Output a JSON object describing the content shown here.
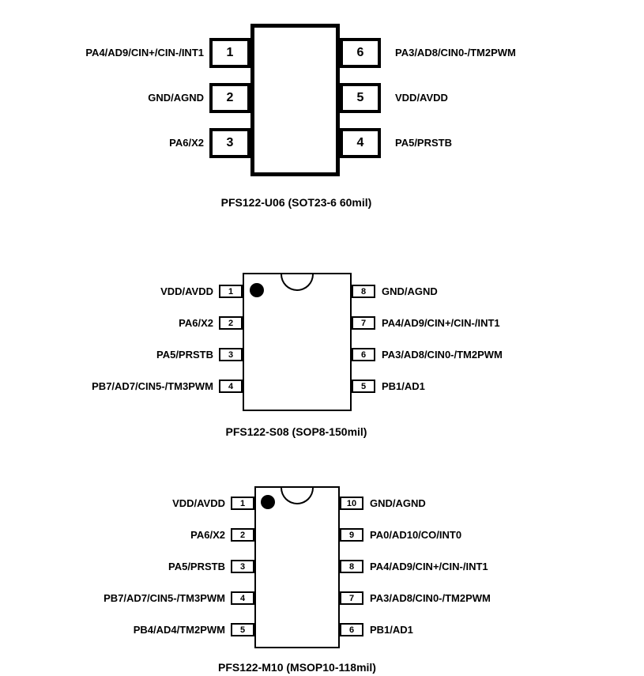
{
  "page": {
    "background": "#ffffff",
    "ink": "#000000"
  },
  "packages": [
    {
      "name": "PFS122-U06",
      "package_type": "SOT23-6",
      "caption": "PFS122-U06 (SOT23-6 60mil)",
      "left_pins": [
        {
          "num": "1",
          "label": "PA4/AD9/CIN+/CIN-/INT1"
        },
        {
          "num": "2",
          "label": "GND/AGND"
        },
        {
          "num": "3",
          "label": "PA6/X2"
        }
      ],
      "right_pins": [
        {
          "num": "6",
          "label": "PA3/AD8/CIN0-/TM2PWM"
        },
        {
          "num": "5",
          "label": "VDD/AVDD"
        },
        {
          "num": "4",
          "label": "PA5/PRSTB"
        }
      ]
    },
    {
      "name": "PFS122-S08",
      "package_type": "SOP8",
      "caption": "PFS122-S08 (SOP8-150mil)",
      "left_pins": [
        {
          "num": "1",
          "label": "VDD/AVDD"
        },
        {
          "num": "2",
          "label": "PA6/X2"
        },
        {
          "num": "3",
          "label": "PA5/PRSTB"
        },
        {
          "num": "4",
          "label": "PB7/AD7/CIN5-/TM3PWM"
        }
      ],
      "right_pins": [
        {
          "num": "8",
          "label": "GND/AGND"
        },
        {
          "num": "7",
          "label": "PA4/AD9/CIN+/CIN-/INT1"
        },
        {
          "num": "6",
          "label": "PA3/AD8/CIN0-/TM2PWM"
        },
        {
          "num": "5",
          "label": "PB1/AD1"
        }
      ]
    },
    {
      "name": "PFS122-M10",
      "package_type": "MSOP10",
      "caption": "PFS122-M10 (MSOP10-118mil)",
      "left_pins": [
        {
          "num": "1",
          "label": "VDD/AVDD"
        },
        {
          "num": "2",
          "label": "PA6/X2"
        },
        {
          "num": "3",
          "label": "PA5/PRSTB"
        },
        {
          "num": "4",
          "label": "PB7/AD7/CIN5-/TM3PWM"
        },
        {
          "num": "5",
          "label": "PB4/AD4/TM2PWM"
        }
      ],
      "right_pins": [
        {
          "num": "10",
          "label": "GND/AGND"
        },
        {
          "num": "9",
          "label": "PA0/AD10/CO/INT0"
        },
        {
          "num": "8",
          "label": "PA4/AD9/CIN+/CIN-/INT1"
        },
        {
          "num": "7",
          "label": "PA3/AD8/CIN0-/TM2PWM"
        },
        {
          "num": "6",
          "label": "PB1/AD1"
        }
      ]
    }
  ]
}
